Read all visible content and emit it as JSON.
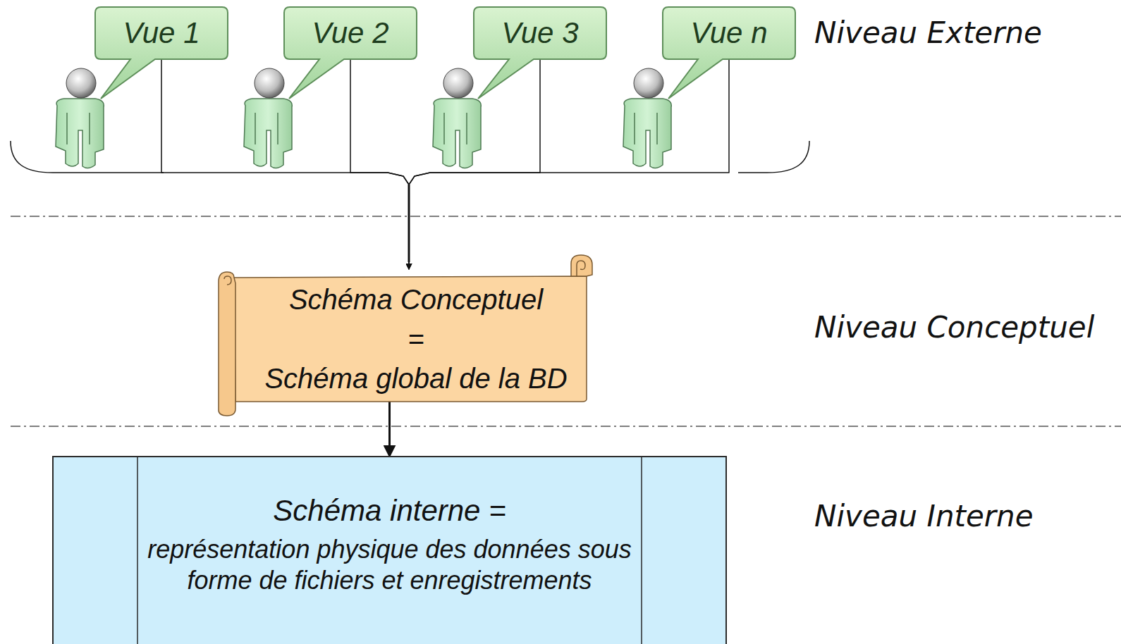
{
  "diagram": {
    "nodes": [
      {
        "text": [
          "Vue 1"
        ]
      },
      {
        "text": [
          "Vue 2"
        ]
      },
      {
        "text": [
          "Vue 3"
        ]
      },
      {
        "text": [
          "Vue n"
        ]
      },
      {
        "text": [
          "Schéma Conceptuel",
          "=",
          "Schéma global de la BD"
        ]
      },
      {
        "text": [
          "Schéma interne =",
          "représentation physique des données sous forme de fichiers et enregistrements"
        ]
      }
    ],
    "edges": [
      {
        "from": 0,
        "to": 4,
        "arrow": "to"
      },
      {
        "from": 1,
        "to": 4,
        "arrow": "to"
      },
      {
        "from": 2,
        "to": 4,
        "arrow": "to"
      },
      {
        "from": 3,
        "to": 4,
        "arrow": "to"
      },
      {
        "from": 4,
        "to": 5,
        "arrow": "to"
      }
    ],
    "labels": [
      "Niveau Externe",
      "Niveau Conceptuel",
      "Niveau Interne"
    ]
  }
}
